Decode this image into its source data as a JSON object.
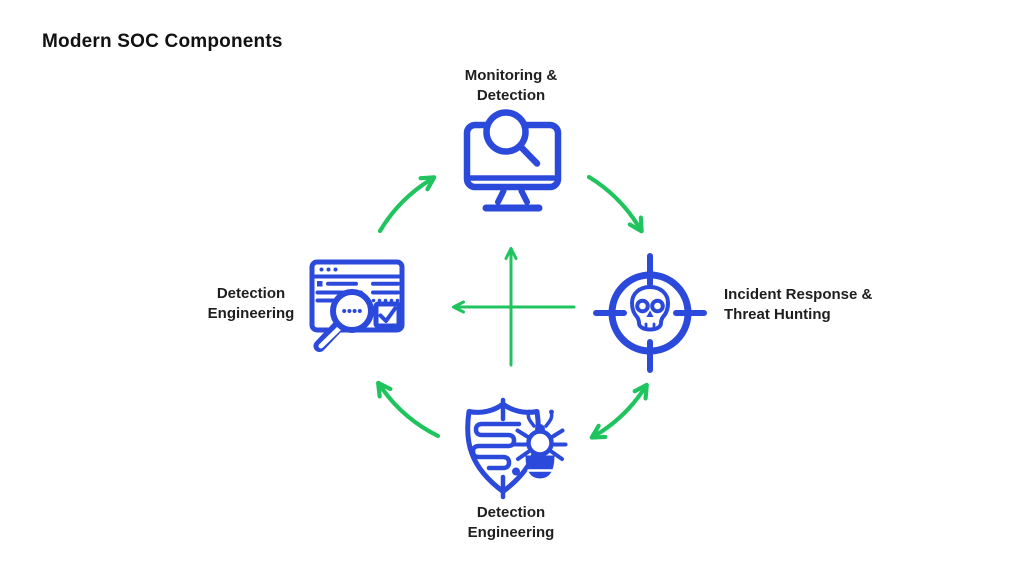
{
  "title": "Modern SOC Components",
  "colors": {
    "icon_blue": "#2B4ADB",
    "arrow_green": "#1FC45F",
    "title_text": "#111111",
    "label_text": "#1E1E1E",
    "background": "#FFFFFF"
  },
  "nodes": {
    "top": {
      "label": "Monitoring &\nDetection",
      "icon": "monitor-magnifier-icon"
    },
    "right": {
      "label": "Incident Response &\nThreat Hunting",
      "icon": "skull-crosshair-icon"
    },
    "bottom": {
      "label": "Detection\nEngineering",
      "icon": "shield-bug-icon"
    },
    "left": {
      "label": "Detection\nEngineering",
      "icon": "browser-search-icon"
    }
  },
  "flow": {
    "arrows": [
      {
        "from": "left",
        "to": "top",
        "bidirectional": false
      },
      {
        "from": "top",
        "to": "right",
        "bidirectional": false
      },
      {
        "from": "right",
        "to": "bottom",
        "bidirectional": true
      },
      {
        "from": "bottom",
        "to": "left",
        "bidirectional": false
      }
    ],
    "center_cross_arrow_directions": [
      "up",
      "left"
    ]
  }
}
